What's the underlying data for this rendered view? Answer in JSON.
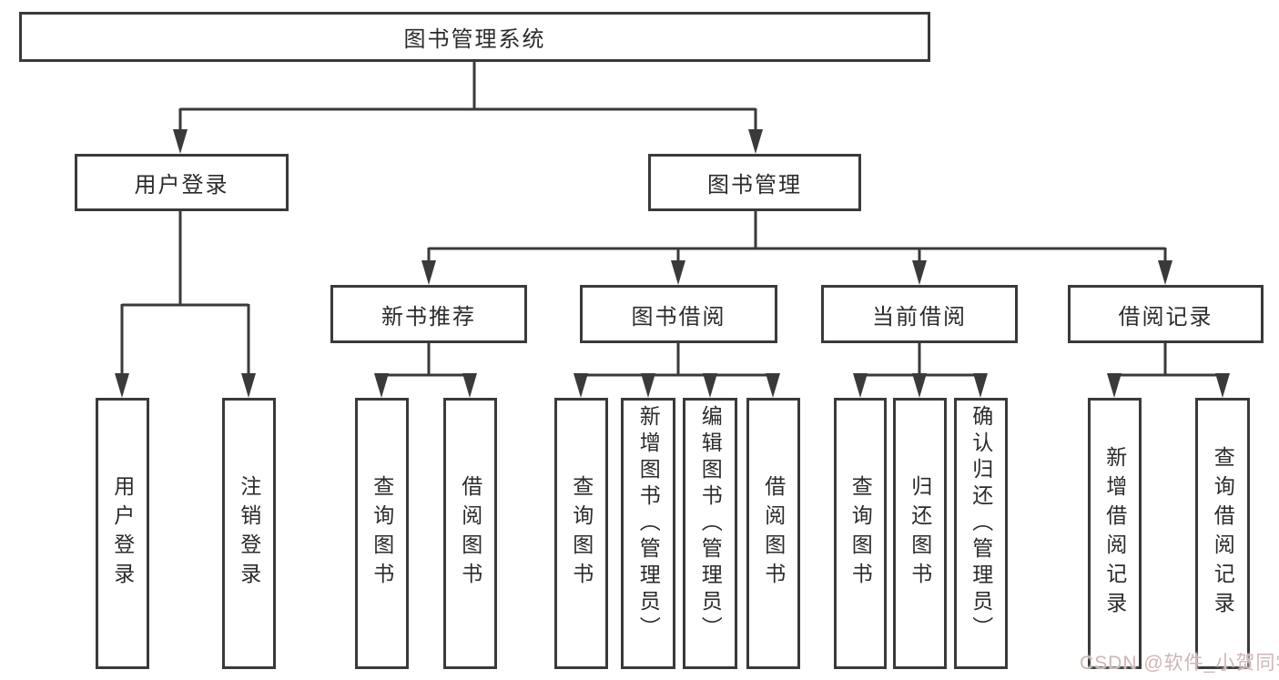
{
  "diagram": {
    "title": "图书管理系统",
    "level1": {
      "user_login": "用户登录",
      "book_management": "图书管理"
    },
    "level2": {
      "new_book_recommend": "新书推荐",
      "book_borrowing": "图书借阅",
      "current_borrowing": "当前借阅",
      "borrowing_records": "借阅记录"
    },
    "leaves": {
      "user_login": "用户登录",
      "logout": "注销登录",
      "recommend_query_books": "查询图书",
      "recommend_borrow_books": "借阅图书",
      "borrowing_query_books": "查询图书",
      "borrowing_add_books_admin": "新增图书（管理员）",
      "borrowing_edit_books_admin": "编辑图书（管理员）",
      "borrowing_borrow_books": "借阅图书",
      "current_query_books": "查询图书",
      "current_return_books": "归还图书",
      "current_confirm_return_admin": "确认归还（管理员）",
      "records_add_record": "新增借阅记录",
      "records_query_record": "查询借阅记录"
    }
  },
  "watermark": {
    "text": "CSDN @软件_小贺同学",
    "color": "#cfb6b6"
  },
  "colors": {
    "line": "#3a3a3a",
    "border": "#3a3a3a",
    "text": "#2b2b2b",
    "background": "#ffffff"
  }
}
